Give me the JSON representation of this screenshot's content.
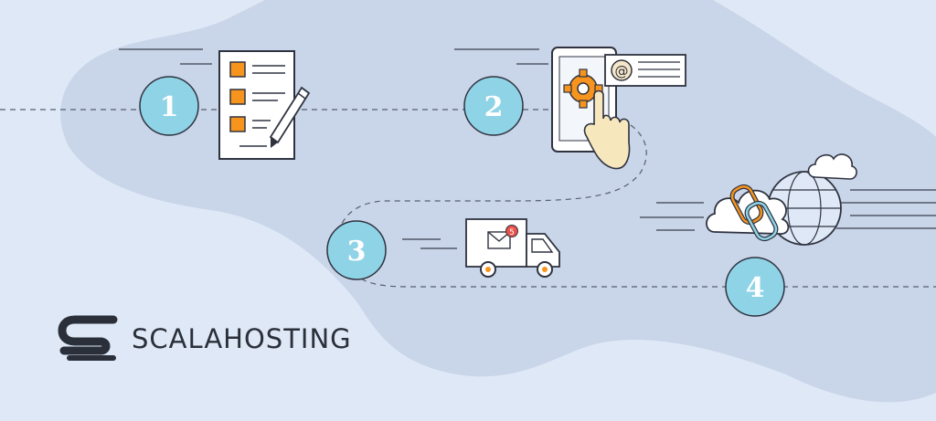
{
  "steps": [
    {
      "number": "1",
      "icon": "checklist-document-icon"
    },
    {
      "number": "2",
      "icon": "phone-settings-email-icon"
    },
    {
      "number": "3",
      "icon": "delivery-truck-icon"
    },
    {
      "number": "4",
      "icon": "cloud-link-globe-icon"
    }
  ],
  "truck": {
    "badge": "5"
  },
  "email_symbol": "@",
  "brand": {
    "name": "SCALAHOSTING"
  },
  "colors": {
    "background": "#dfe8f6",
    "blob": "#c9d5e8",
    "circle": "#8fd3e6",
    "outline": "#2f3340",
    "accent_orange": "#f7941d",
    "badge_red": "#e8524a"
  }
}
